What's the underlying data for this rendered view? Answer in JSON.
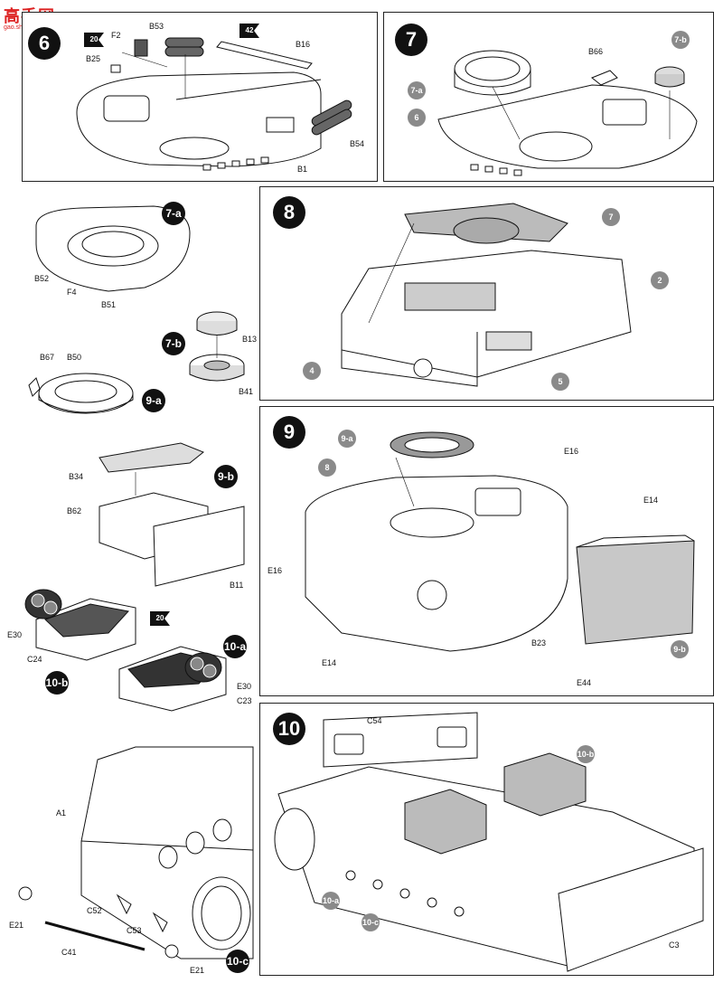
{
  "watermark": {
    "title": "高手网",
    "url": "gao.shou.com"
  },
  "steps": {
    "s6": {
      "num": "6",
      "badge20": "20",
      "badge42": "42",
      "labels": {
        "f2": "F2",
        "b25": "B25",
        "b53": "B53",
        "b16": "B16",
        "b54": "B54",
        "b1": "B1"
      }
    },
    "s7": {
      "num": "7",
      "labels": {
        "b66": "B66",
        "sub7b": "7-b",
        "sub7a": "7-a",
        "sub6": "6"
      }
    },
    "s7a": {
      "tag": "7-a",
      "labels": {
        "b52": "B52",
        "f4": "F4",
        "b51": "B51"
      }
    },
    "s7b": {
      "tag": "7-b",
      "labels": {
        "b13": "B13",
        "b41": "B41"
      }
    },
    "s9a": {
      "tag": "9-a",
      "labels": {
        "b67": "B67",
        "b50": "B50"
      }
    },
    "s9b": {
      "tag": "9-b",
      "labels": {
        "b34": "B34",
        "b62": "B62",
        "b11": "B11"
      }
    },
    "s10a": {
      "tag": "10-a",
      "badge20": "20",
      "labels": {
        "e30": "E30",
        "c23": "C23"
      }
    },
    "s10b": {
      "tag": "10-b",
      "labels": {
        "e30": "E30",
        "c24": "C24"
      }
    },
    "s10c": {
      "tag": "10-c",
      "labels": {
        "a1": "A1",
        "c52": "C52",
        "c53": "C53",
        "c41": "C41",
        "e21a": "E21",
        "e21b": "E21"
      }
    },
    "s8": {
      "num": "8",
      "labels": {
        "sub7": "7",
        "sub2": "2",
        "sub4": "4",
        "sub5": "5"
      }
    },
    "s9": {
      "num": "9",
      "labels": {
        "sub9a": "9-a",
        "sub8": "8",
        "e16a": "E16",
        "e14a": "E14",
        "e16b": "E16",
        "b23": "B23",
        "e14b": "E14",
        "e44": "E44",
        "sub9b": "9-b"
      }
    },
    "s10": {
      "num": "10",
      "labels": {
        "c54": "C54",
        "sub10b": "10-b",
        "sub10a": "10-a",
        "sub10c": "10-c",
        "c3": "C3"
      }
    }
  },
  "colors": {
    "ink": "#111111",
    "shade": "#b5b5b5",
    "dark": "#3a3a3a",
    "badge": "#8a8a8a"
  }
}
